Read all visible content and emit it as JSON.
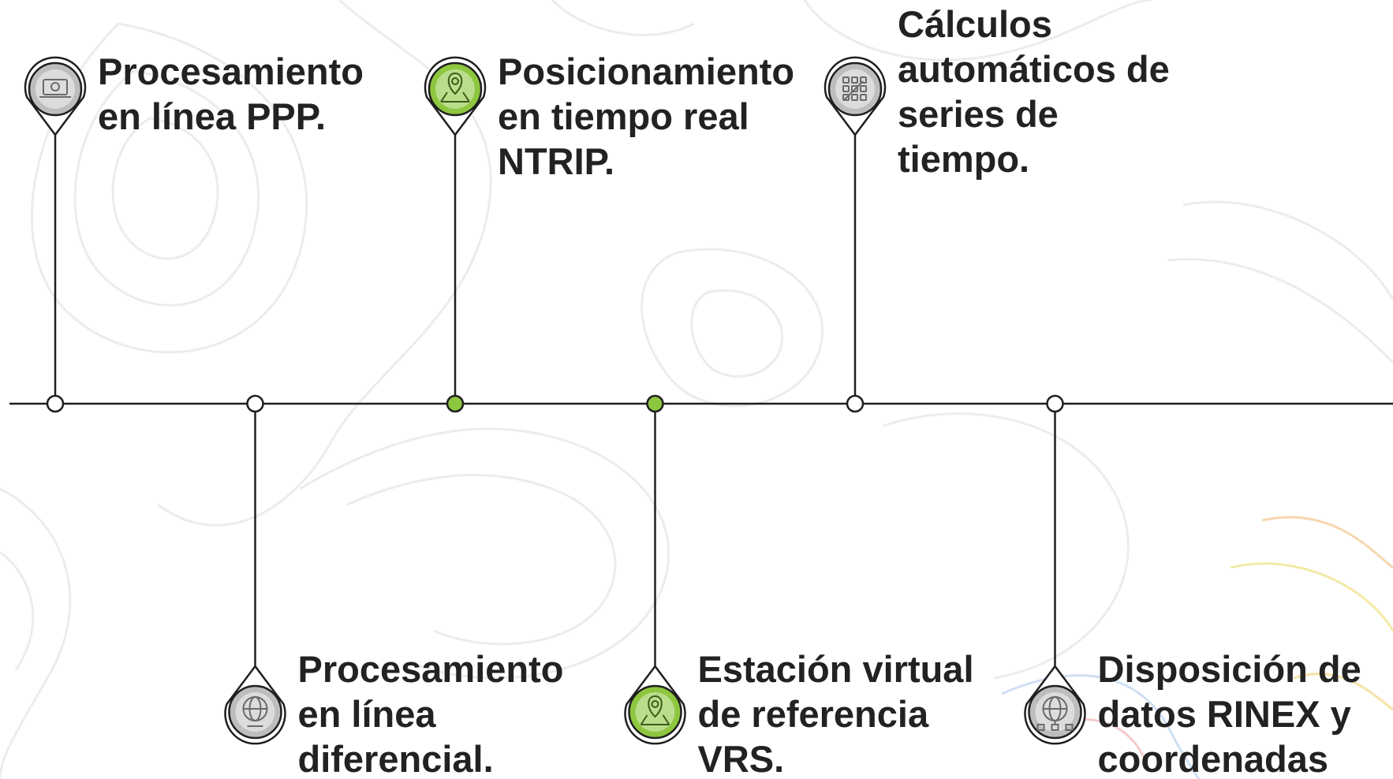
{
  "colors": {
    "line": "#1f1f1f",
    "accent": "#8dc63f",
    "gray_pin": "#bdbdbd",
    "gray_icon": "#dcdcdc",
    "text": "#222222",
    "contour": "#e9e9e9"
  },
  "timeline": {
    "milestones": [
      {
        "text": "Procesamiento\nen línea PPP.",
        "position": "top",
        "accent": false,
        "icon": "laptop-sync-icon"
      },
      {
        "text": "Procesamiento\nen línea\ndiferencial.",
        "position": "bottom",
        "accent": false,
        "icon": "globe-icon"
      },
      {
        "text": "Posicionamiento\nen tiempo real\nNTRIP.",
        "position": "top",
        "accent": true,
        "icon": "map-pin-icon"
      },
      {
        "text": "Estación virtual\nde referencia\nVRS.",
        "position": "bottom",
        "accent": true,
        "icon": "map-pin-icon"
      },
      {
        "text": "Cálculos\nautomáticos de\nseries de\ntiempo.",
        "position": "top",
        "accent": false,
        "icon": "calculator-icon"
      },
      {
        "text": "Disposición de\ndatos RINEX y\ncoordenadas",
        "position": "bottom",
        "accent": false,
        "icon": "globe-network-icon"
      }
    ]
  }
}
